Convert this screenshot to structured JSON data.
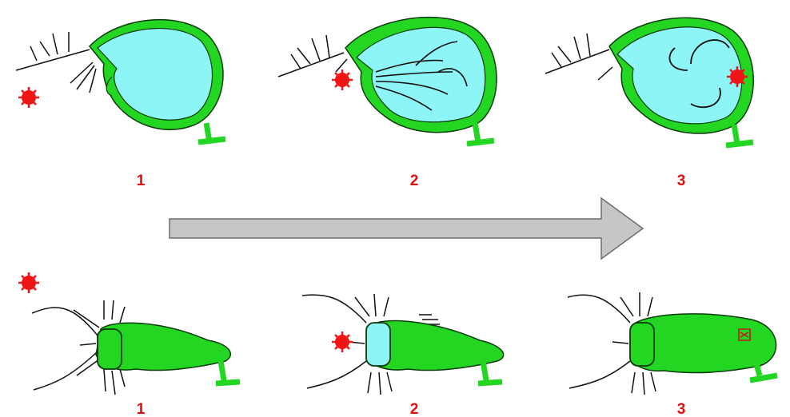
{
  "colors": {
    "wall": "#22d622",
    "wall_dark": "#0b3a0b",
    "water": "#8ef5f7",
    "prey": "#f01414",
    "label": "#e01010",
    "arrow_fill": "#c6c6c6",
    "arrow_stroke": "#6d6d6d",
    "ink": "#111111"
  },
  "top_row": {
    "labels": [
      "1",
      "2",
      "3"
    ]
  },
  "bottom_row": {
    "labels": [
      "1",
      "2",
      "3"
    ]
  },
  "icons": {
    "prey": "prey-organism-icon",
    "flow": "water-flow-arrow-icon",
    "sequence": "sequence-arrow-icon"
  }
}
